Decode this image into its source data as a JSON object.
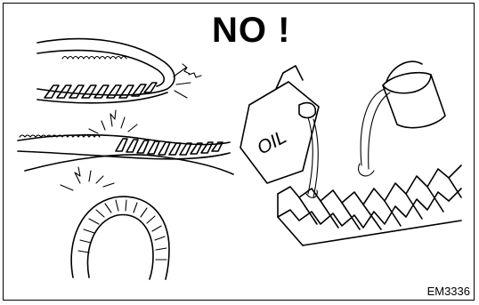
{
  "title": "NO !",
  "figure_code": "EM3336",
  "can_label": "OIL",
  "illustrations": [
    {
      "name": "belt-bent-sharply",
      "icon": "crack-burst-icon"
    },
    {
      "name": "belt-twisted",
      "icon": "crack-burst-icon"
    },
    {
      "name": "belt-ring-compressed",
      "icon": "crack-burst-icon"
    },
    {
      "name": "oil-and-water-on-belt",
      "icon": "oil-can-icon"
    }
  ]
}
